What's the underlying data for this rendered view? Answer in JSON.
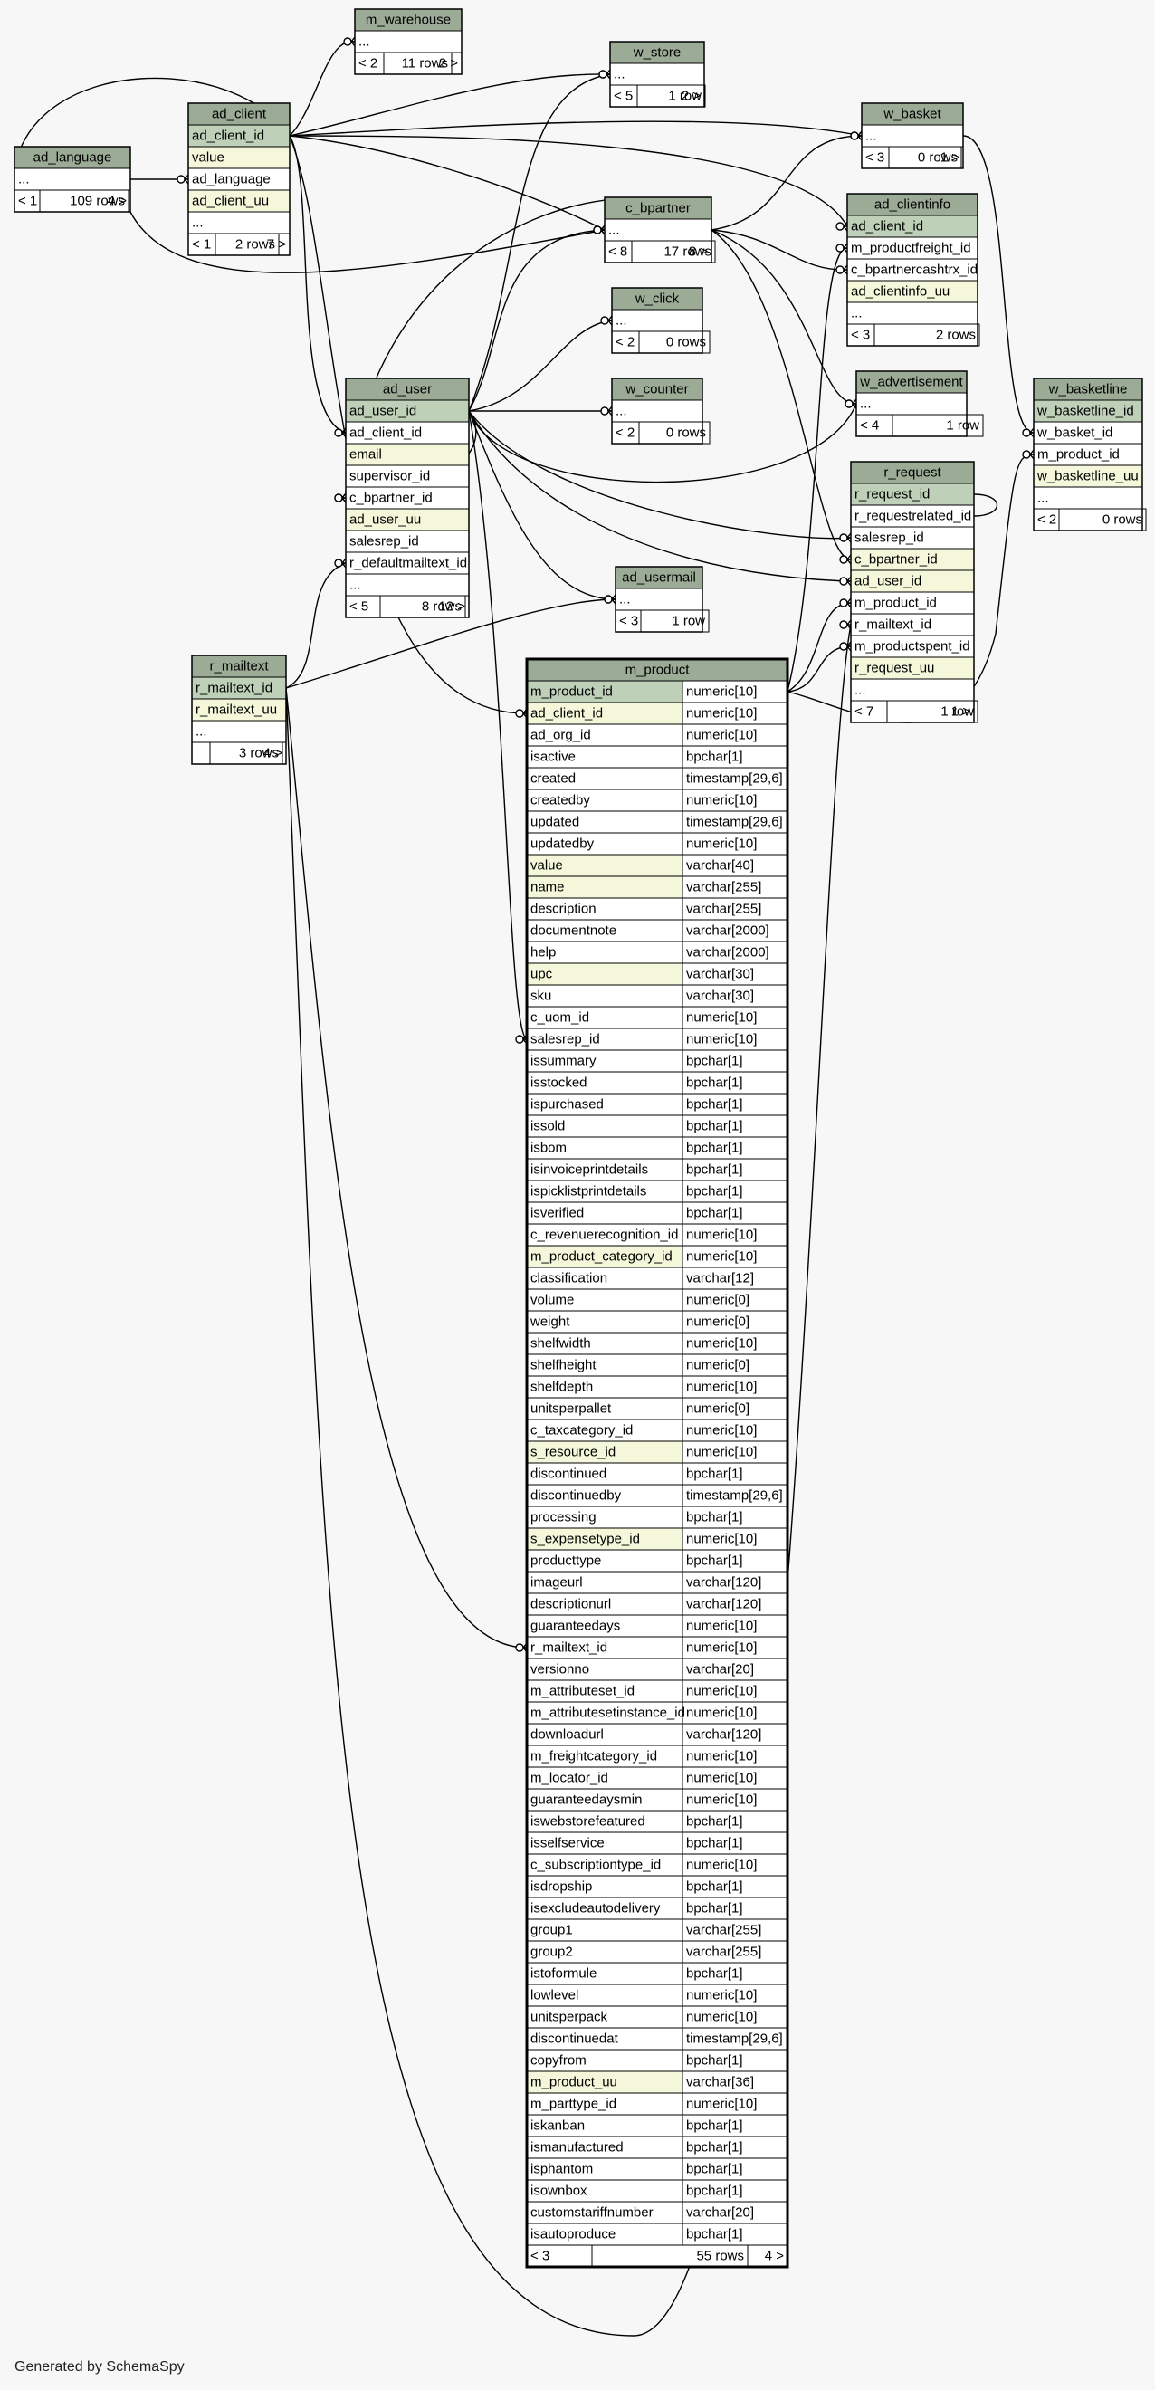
{
  "footer": "Generated by SchemaSpy",
  "colors": {
    "header": "#9bab96",
    "pk": "#bed1b8",
    "index": "#f4f7da",
    "plain": "#ffffff",
    "border": "#000000",
    "edge": "#000000",
    "background": "#f7f7f7"
  },
  "tables": [
    {
      "id": "m_warehouse",
      "name": "m_warehouse",
      "columns": [
        {
          "name": "...",
          "kind": "plain"
        }
      ],
      "footer": [
        "< 2",
        "11 rows",
        "2 >"
      ]
    },
    {
      "id": "w_store",
      "name": "w_store",
      "columns": [
        {
          "name": "...",
          "kind": "plain"
        }
      ],
      "footer": [
        "< 5",
        "1 row",
        "2 >"
      ]
    },
    {
      "id": "ad_client",
      "name": "ad_client",
      "columns": [
        {
          "name": "ad_client_id",
          "kind": "pk"
        },
        {
          "name": "value",
          "kind": "index"
        },
        {
          "name": "ad_language",
          "kind": "plain"
        },
        {
          "name": "ad_client_uu",
          "kind": "index"
        },
        {
          "name": "...",
          "kind": "plain"
        }
      ],
      "footer": [
        "< 1",
        "2 rows",
        "7 >"
      ]
    },
    {
      "id": "ad_language",
      "name": "ad_language",
      "columns": [
        {
          "name": "...",
          "kind": "plain"
        }
      ],
      "footer": [
        "< 1",
        "109 rows",
        "4 >"
      ]
    },
    {
      "id": "w_basket",
      "name": "w_basket",
      "columns": [
        {
          "name": "...",
          "kind": "plain"
        }
      ],
      "footer": [
        "< 3",
        "0 rows",
        "1 >"
      ]
    },
    {
      "id": "c_bpartner",
      "name": "c_bpartner",
      "columns": [
        {
          "name": "...",
          "kind": "plain"
        }
      ],
      "footer": [
        "< 8",
        "17 rows",
        "8 >"
      ]
    },
    {
      "id": "ad_clientinfo",
      "name": "ad_clientinfo",
      "columns": [
        {
          "name": "ad_client_id",
          "kind": "pk"
        },
        {
          "name": "m_productfreight_id",
          "kind": "plain"
        },
        {
          "name": "c_bpartnercashtrx_id",
          "kind": "plain"
        },
        {
          "name": "ad_clientinfo_uu",
          "kind": "index"
        },
        {
          "name": "...",
          "kind": "plain"
        }
      ],
      "footer": [
        "< 3",
        "2 rows",
        ""
      ]
    },
    {
      "id": "w_click",
      "name": "w_click",
      "columns": [
        {
          "name": "...",
          "kind": "plain"
        }
      ],
      "footer": [
        "< 2",
        "0 rows",
        ""
      ]
    },
    {
      "id": "w_counter",
      "name": "w_counter",
      "columns": [
        {
          "name": "...",
          "kind": "plain"
        }
      ],
      "footer": [
        "< 2",
        "0 rows",
        ""
      ]
    },
    {
      "id": "w_advertisement",
      "name": "w_advertisement",
      "columns": [
        {
          "name": "...",
          "kind": "plain"
        }
      ],
      "footer": [
        "< 4",
        "1 row",
        ""
      ]
    },
    {
      "id": "w_basketline",
      "name": "w_basketline",
      "columns": [
        {
          "name": "w_basketline_id",
          "kind": "pk"
        },
        {
          "name": "w_basket_id",
          "kind": "plain"
        },
        {
          "name": "m_product_id",
          "kind": "plain"
        },
        {
          "name": "w_basketline_uu",
          "kind": "index"
        },
        {
          "name": "...",
          "kind": "plain"
        }
      ],
      "footer": [
        "< 2",
        "0 rows",
        ""
      ]
    },
    {
      "id": "ad_user",
      "name": "ad_user",
      "columns": [
        {
          "name": "ad_user_id",
          "kind": "pk"
        },
        {
          "name": "ad_client_id",
          "kind": "plain"
        },
        {
          "name": "email",
          "kind": "index"
        },
        {
          "name": "supervisor_id",
          "kind": "plain"
        },
        {
          "name": "c_bpartner_id",
          "kind": "plain"
        },
        {
          "name": "ad_user_uu",
          "kind": "index"
        },
        {
          "name": "salesrep_id",
          "kind": "plain"
        },
        {
          "name": "r_defaultmailtext_id",
          "kind": "plain"
        },
        {
          "name": "...",
          "kind": "plain"
        }
      ],
      "footer": [
        "< 5",
        "8 rows",
        "12 >"
      ]
    },
    {
      "id": "r_request",
      "name": "r_request",
      "columns": [
        {
          "name": "r_request_id",
          "kind": "pk"
        },
        {
          "name": "r_requestrelated_id",
          "kind": "plain"
        },
        {
          "name": "salesrep_id",
          "kind": "plain"
        },
        {
          "name": "c_bpartner_id",
          "kind": "index"
        },
        {
          "name": "ad_user_id",
          "kind": "index"
        },
        {
          "name": "m_product_id",
          "kind": "plain"
        },
        {
          "name": "r_mailtext_id",
          "kind": "plain"
        },
        {
          "name": "m_productspent_id",
          "kind": "plain"
        },
        {
          "name": "r_request_uu",
          "kind": "index"
        },
        {
          "name": "...",
          "kind": "plain"
        }
      ],
      "footer": [
        "< 7",
        "1 row",
        "1 >"
      ]
    },
    {
      "id": "ad_usermail",
      "name": "ad_usermail",
      "columns": [
        {
          "name": "...",
          "kind": "plain"
        }
      ],
      "footer": [
        "< 3",
        "1 row",
        ""
      ]
    },
    {
      "id": "r_mailtext",
      "name": "r_mailtext",
      "columns": [
        {
          "name": "r_mailtext_id",
          "kind": "pk"
        },
        {
          "name": "r_mailtext_uu",
          "kind": "index"
        },
        {
          "name": "...",
          "kind": "plain"
        }
      ],
      "footer": [
        "",
        "3 rows",
        "4 >"
      ]
    },
    {
      "id": "m_product",
      "name": "m_product",
      "columns": [
        {
          "name": "m_product_id",
          "type": "numeric[10]",
          "kind": "pk"
        },
        {
          "name": "ad_client_id",
          "type": "numeric[10]",
          "kind": "index"
        },
        {
          "name": "ad_org_id",
          "type": "numeric[10]",
          "kind": "plain"
        },
        {
          "name": "isactive",
          "type": "bpchar[1]",
          "kind": "plain"
        },
        {
          "name": "created",
          "type": "timestamp[29,6]",
          "kind": "plain"
        },
        {
          "name": "createdby",
          "type": "numeric[10]",
          "kind": "plain"
        },
        {
          "name": "updated",
          "type": "timestamp[29,6]",
          "kind": "plain"
        },
        {
          "name": "updatedby",
          "type": "numeric[10]",
          "kind": "plain"
        },
        {
          "name": "value",
          "type": "varchar[40]",
          "kind": "index"
        },
        {
          "name": "name",
          "type": "varchar[255]",
          "kind": "index"
        },
        {
          "name": "description",
          "type": "varchar[255]",
          "kind": "plain"
        },
        {
          "name": "documentnote",
          "type": "varchar[2000]",
          "kind": "plain"
        },
        {
          "name": "help",
          "type": "varchar[2000]",
          "kind": "plain"
        },
        {
          "name": "upc",
          "type": "varchar[30]",
          "kind": "index"
        },
        {
          "name": "sku",
          "type": "varchar[30]",
          "kind": "plain"
        },
        {
          "name": "c_uom_id",
          "type": "numeric[10]",
          "kind": "plain"
        },
        {
          "name": "salesrep_id",
          "type": "numeric[10]",
          "kind": "plain"
        },
        {
          "name": "issummary",
          "type": "bpchar[1]",
          "kind": "plain"
        },
        {
          "name": "isstocked",
          "type": "bpchar[1]",
          "kind": "plain"
        },
        {
          "name": "ispurchased",
          "type": "bpchar[1]",
          "kind": "plain"
        },
        {
          "name": "issold",
          "type": "bpchar[1]",
          "kind": "plain"
        },
        {
          "name": "isbom",
          "type": "bpchar[1]",
          "kind": "plain"
        },
        {
          "name": "isinvoiceprintdetails",
          "type": "bpchar[1]",
          "kind": "plain"
        },
        {
          "name": "ispicklistprintdetails",
          "type": "bpchar[1]",
          "kind": "plain"
        },
        {
          "name": "isverified",
          "type": "bpchar[1]",
          "kind": "plain"
        },
        {
          "name": "c_revenuerecognition_id",
          "type": "numeric[10]",
          "kind": "plain"
        },
        {
          "name": "m_product_category_id",
          "type": "numeric[10]",
          "kind": "index"
        },
        {
          "name": "classification",
          "type": "varchar[12]",
          "kind": "plain"
        },
        {
          "name": "volume",
          "type": "numeric[0]",
          "kind": "plain"
        },
        {
          "name": "weight",
          "type": "numeric[0]",
          "kind": "plain"
        },
        {
          "name": "shelfwidth",
          "type": "numeric[10]",
          "kind": "plain"
        },
        {
          "name": "shelfheight",
          "type": "numeric[0]",
          "kind": "plain"
        },
        {
          "name": "shelfdepth",
          "type": "numeric[10]",
          "kind": "plain"
        },
        {
          "name": "unitsperpallet",
          "type": "numeric[0]",
          "kind": "plain"
        },
        {
          "name": "c_taxcategory_id",
          "type": "numeric[10]",
          "kind": "plain"
        },
        {
          "name": "s_resource_id",
          "type": "numeric[10]",
          "kind": "index"
        },
        {
          "name": "discontinued",
          "type": "bpchar[1]",
          "kind": "plain"
        },
        {
          "name": "discontinuedby",
          "type": "timestamp[29,6]",
          "kind": "plain"
        },
        {
          "name": "processing",
          "type": "bpchar[1]",
          "kind": "plain"
        },
        {
          "name": "s_expensetype_id",
          "type": "numeric[10]",
          "kind": "index"
        },
        {
          "name": "producttype",
          "type": "bpchar[1]",
          "kind": "plain"
        },
        {
          "name": "imageurl",
          "type": "varchar[120]",
          "kind": "plain"
        },
        {
          "name": "descriptionurl",
          "type": "varchar[120]",
          "kind": "plain"
        },
        {
          "name": "guaranteedays",
          "type": "numeric[10]",
          "kind": "plain"
        },
        {
          "name": "r_mailtext_id",
          "type": "numeric[10]",
          "kind": "plain"
        },
        {
          "name": "versionno",
          "type": "varchar[20]",
          "kind": "plain"
        },
        {
          "name": "m_attributeset_id",
          "type": "numeric[10]",
          "kind": "plain"
        },
        {
          "name": "m_attributesetinstance_id",
          "type": "numeric[10]",
          "kind": "plain"
        },
        {
          "name": "downloadurl",
          "type": "varchar[120]",
          "kind": "plain"
        },
        {
          "name": "m_freightcategory_id",
          "type": "numeric[10]",
          "kind": "plain"
        },
        {
          "name": "m_locator_id",
          "type": "numeric[10]",
          "kind": "plain"
        },
        {
          "name": "guaranteedaysmin",
          "type": "numeric[10]",
          "kind": "plain"
        },
        {
          "name": "iswebstorefeatured",
          "type": "bpchar[1]",
          "kind": "plain"
        },
        {
          "name": "isselfservice",
          "type": "bpchar[1]",
          "kind": "plain"
        },
        {
          "name": "c_subscriptiontype_id",
          "type": "numeric[10]",
          "kind": "plain"
        },
        {
          "name": "isdropship",
          "type": "bpchar[1]",
          "kind": "plain"
        },
        {
          "name": "isexcludeautodelivery",
          "type": "bpchar[1]",
          "kind": "plain"
        },
        {
          "name": "group1",
          "type": "varchar[255]",
          "kind": "plain"
        },
        {
          "name": "group2",
          "type": "varchar[255]",
          "kind": "plain"
        },
        {
          "name": "istoformule",
          "type": "bpchar[1]",
          "kind": "plain"
        },
        {
          "name": "lowlevel",
          "type": "numeric[10]",
          "kind": "plain"
        },
        {
          "name": "unitsperpack",
          "type": "numeric[10]",
          "kind": "plain"
        },
        {
          "name": "discontinuedat",
          "type": "timestamp[29,6]",
          "kind": "plain"
        },
        {
          "name": "copyfrom",
          "type": "bpchar[1]",
          "kind": "plain"
        },
        {
          "name": "m_product_uu",
          "type": "varchar[36]",
          "kind": "index"
        },
        {
          "name": "m_parttype_id",
          "type": "numeric[10]",
          "kind": "plain"
        },
        {
          "name": "iskanban",
          "type": "bpchar[1]",
          "kind": "plain"
        },
        {
          "name": "ismanufactured",
          "type": "bpchar[1]",
          "kind": "plain"
        },
        {
          "name": "isphantom",
          "type": "bpchar[1]",
          "kind": "plain"
        },
        {
          "name": "isownbox",
          "type": "bpchar[1]",
          "kind": "plain"
        },
        {
          "name": "customstariffnumber",
          "type": "varchar[20]",
          "kind": "plain"
        },
        {
          "name": "isautoproduce",
          "type": "bpchar[1]",
          "kind": "plain"
        }
      ],
      "footer": [
        "< 3",
        "55 rows",
        "4 >"
      ]
    }
  ]
}
